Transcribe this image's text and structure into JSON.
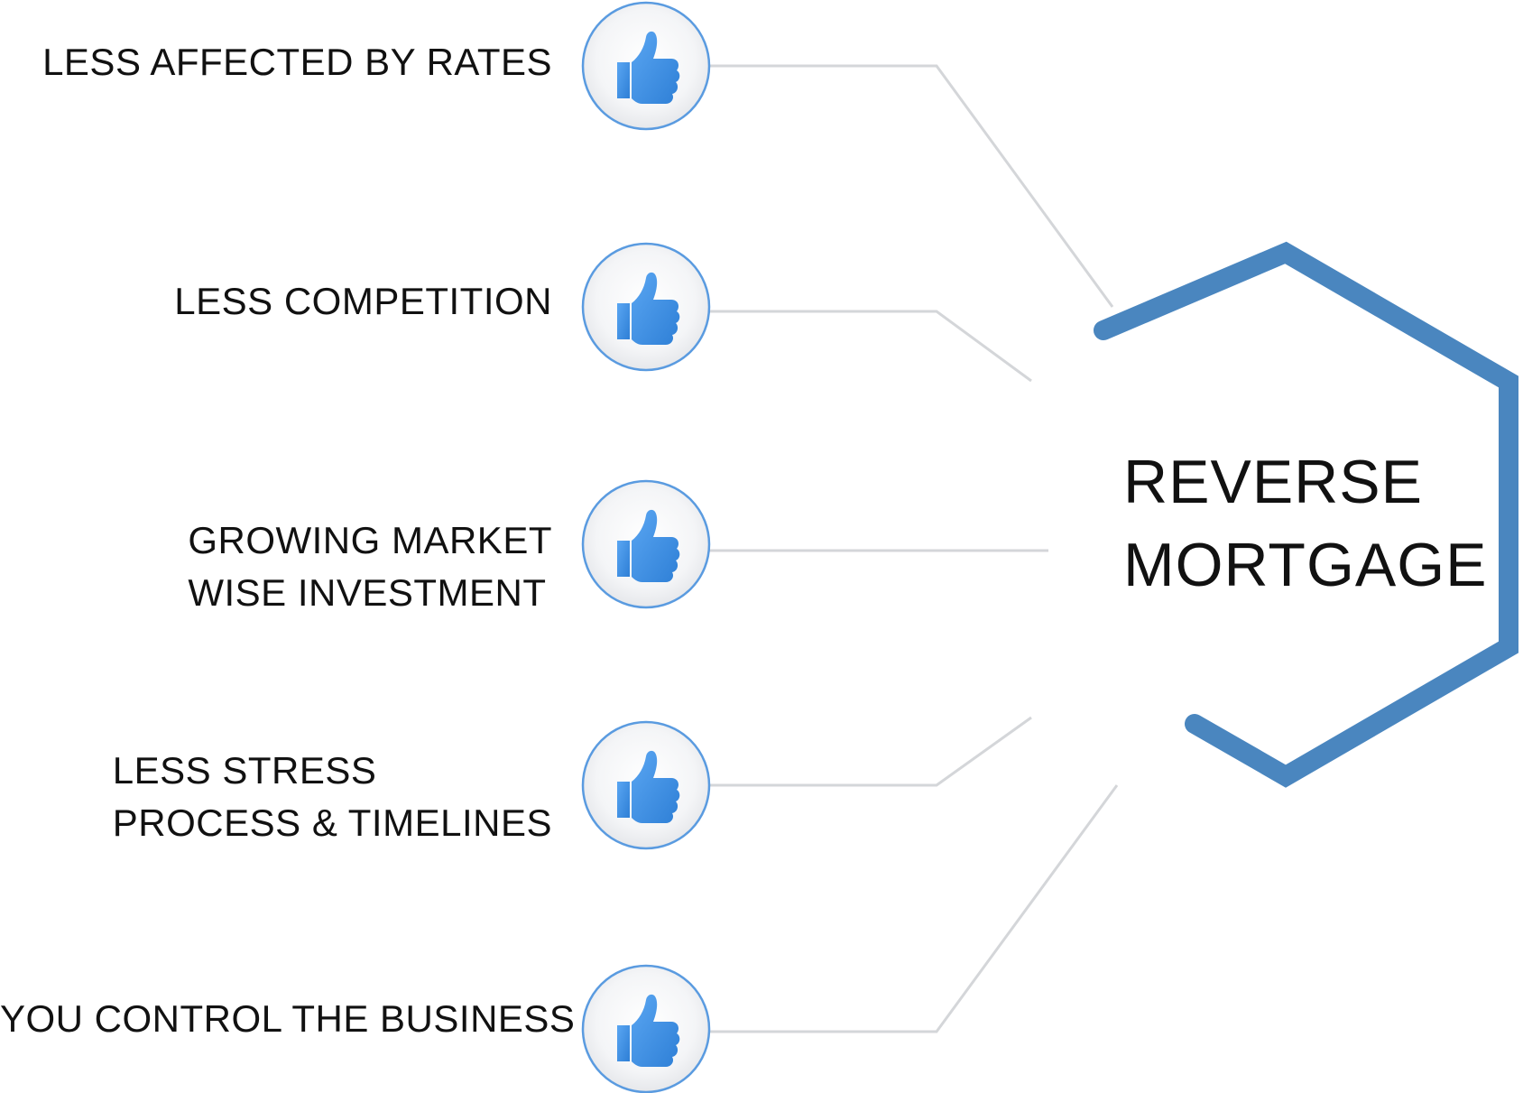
{
  "center": {
    "line1": "REVERSE",
    "line2": "MORTGAGE"
  },
  "benefits": [
    {
      "lines": [
        "LESS AFFECTED BY RATES"
      ],
      "icon": "thumbs-up-icon"
    },
    {
      "lines": [
        "LESS COMPETITION"
      ],
      "icon": "thumbs-up-icon"
    },
    {
      "lines": [
        "GROWING MARKET",
        "WISE INVESTMENT"
      ],
      "icon": "thumbs-up-icon"
    },
    {
      "lines": [
        "LESS STRESS",
        "PROCESS & TIMELINES"
      ],
      "icon": "thumbs-up-icon"
    },
    {
      "lines": [
        "YOU CONTROL THE BUSINESS"
      ],
      "icon": "thumbs-up-icon"
    }
  ],
  "colors": {
    "hexagon": "#4A86BF",
    "icon_blue": "#3B8EE0",
    "circle_border": "#5A9BE0",
    "connector": "#D4D6D9",
    "text": "#111111"
  }
}
